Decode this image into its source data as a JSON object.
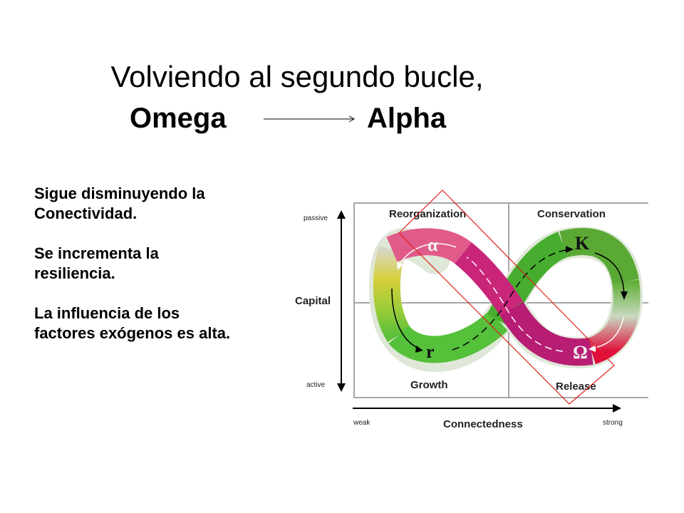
{
  "title": {
    "line1": "Volviendo al segundo bucle,",
    "from": "Omega",
    "to": "Alpha"
  },
  "body": {
    "p1": "Sigue disminuyendo la Conectividad.",
    "p2": "Se incrementa la resiliencia.",
    "p3": "La influencia de los factores exógenos es alta."
  },
  "diagram": {
    "quadrants": {
      "top_left": "Reorganization",
      "top_right": "Conservation",
      "bottom_left": "Growth",
      "bottom_right": "Release"
    },
    "y_axis": {
      "label": "Capital",
      "top": "passive",
      "bottom": "active"
    },
    "x_axis": {
      "label": "Connectedness",
      "left": "weak",
      "right": "strong"
    },
    "phase_symbols": {
      "reorganization": "α",
      "conservation": "K",
      "growth": "r",
      "release": "Ω"
    },
    "colors": {
      "growth": "#4fc23a",
      "conservation": "#3da82a",
      "release": "#e0103a",
      "reorganization": "#d63a78",
      "highlight": "#e02020"
    }
  }
}
